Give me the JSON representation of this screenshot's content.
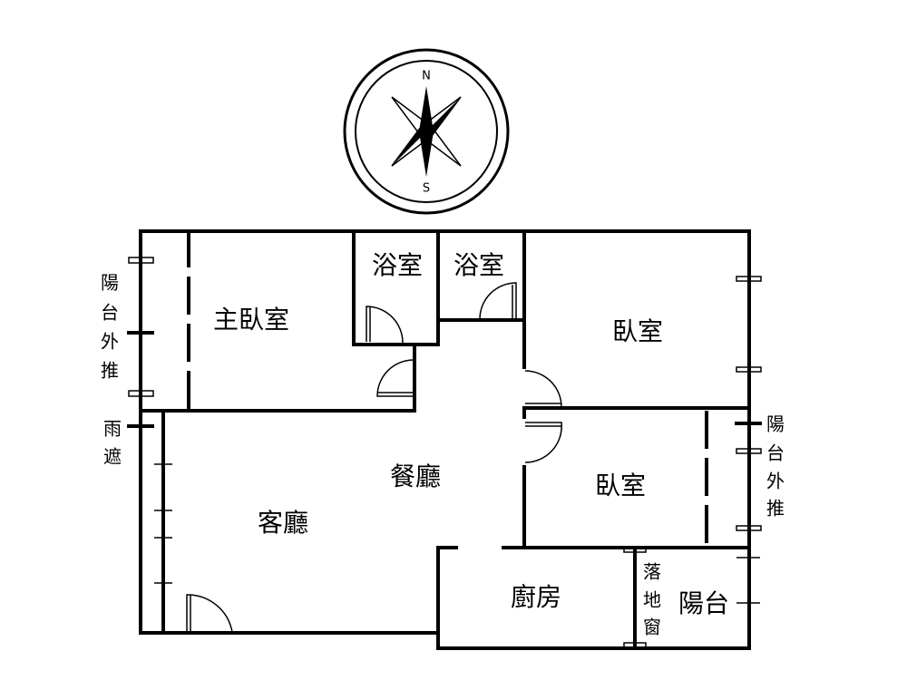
{
  "compass": {
    "north": "N",
    "south": "S"
  },
  "rooms": {
    "master_bedroom": "主臥室",
    "bathroom_1": "浴室",
    "bathroom_2": "浴室",
    "bedroom_1": "臥室",
    "bedroom_2": "臥室",
    "dining_room": "餐廳",
    "living_room": "客廳",
    "kitchen": "廚房",
    "balcony": "陽台"
  },
  "annotations": {
    "left_balcony_pushout": [
      "陽",
      "台",
      "外",
      "推"
    ],
    "rain_shelter": [
      "雨",
      "遮"
    ],
    "right_balcony_pushout": [
      "陽",
      "台",
      "外",
      "推"
    ],
    "floor_window": [
      "落",
      "地",
      "窗"
    ]
  }
}
